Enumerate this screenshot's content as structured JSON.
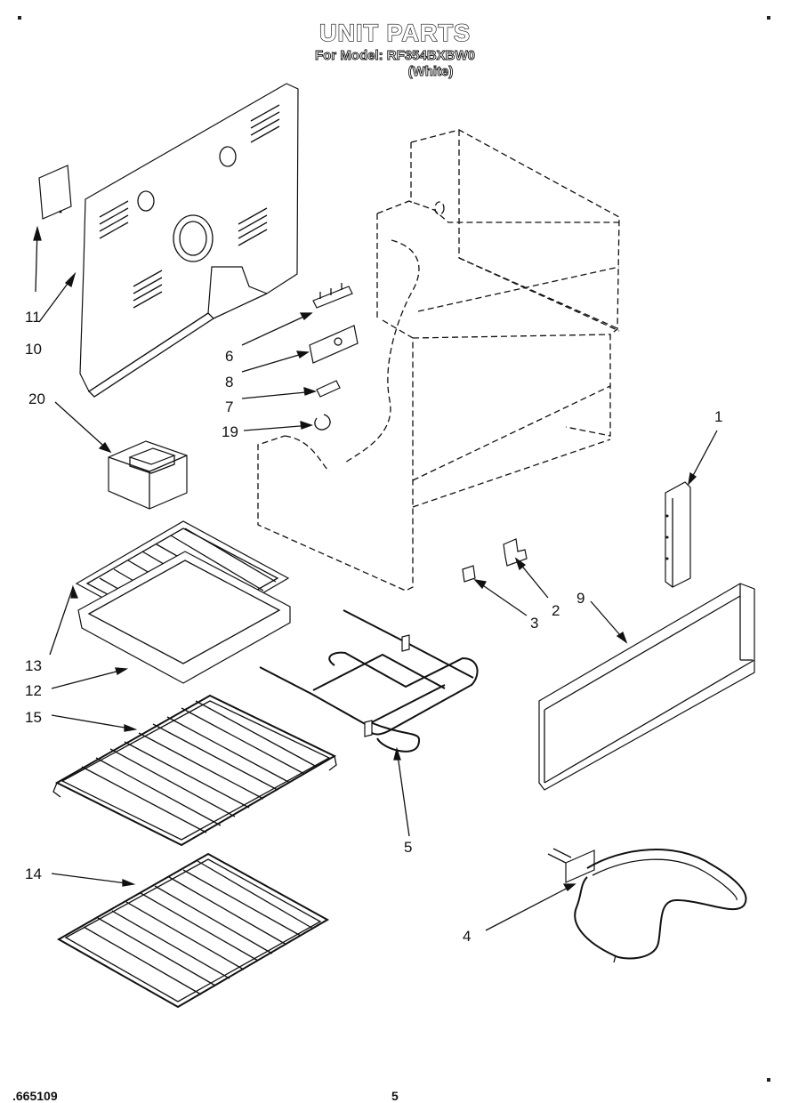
{
  "header": {
    "title": "UNIT PARTS",
    "model_line": "For Model: RF354BXBW0",
    "color_line": "(White)"
  },
  "footer": {
    "doc_number": ".665109",
    "page_number": "5"
  },
  "callouts": {
    "c1": "1",
    "c2": "2",
    "c3": "3",
    "c4": "4",
    "c5": "5",
    "c6": "6",
    "c7": "7",
    "c8": "8",
    "c9": "9",
    "c10": "10",
    "c11": "11",
    "c12": "12",
    "c13": "13",
    "c14": "14",
    "c15": "15",
    "c19": "19",
    "c20": "20"
  }
}
